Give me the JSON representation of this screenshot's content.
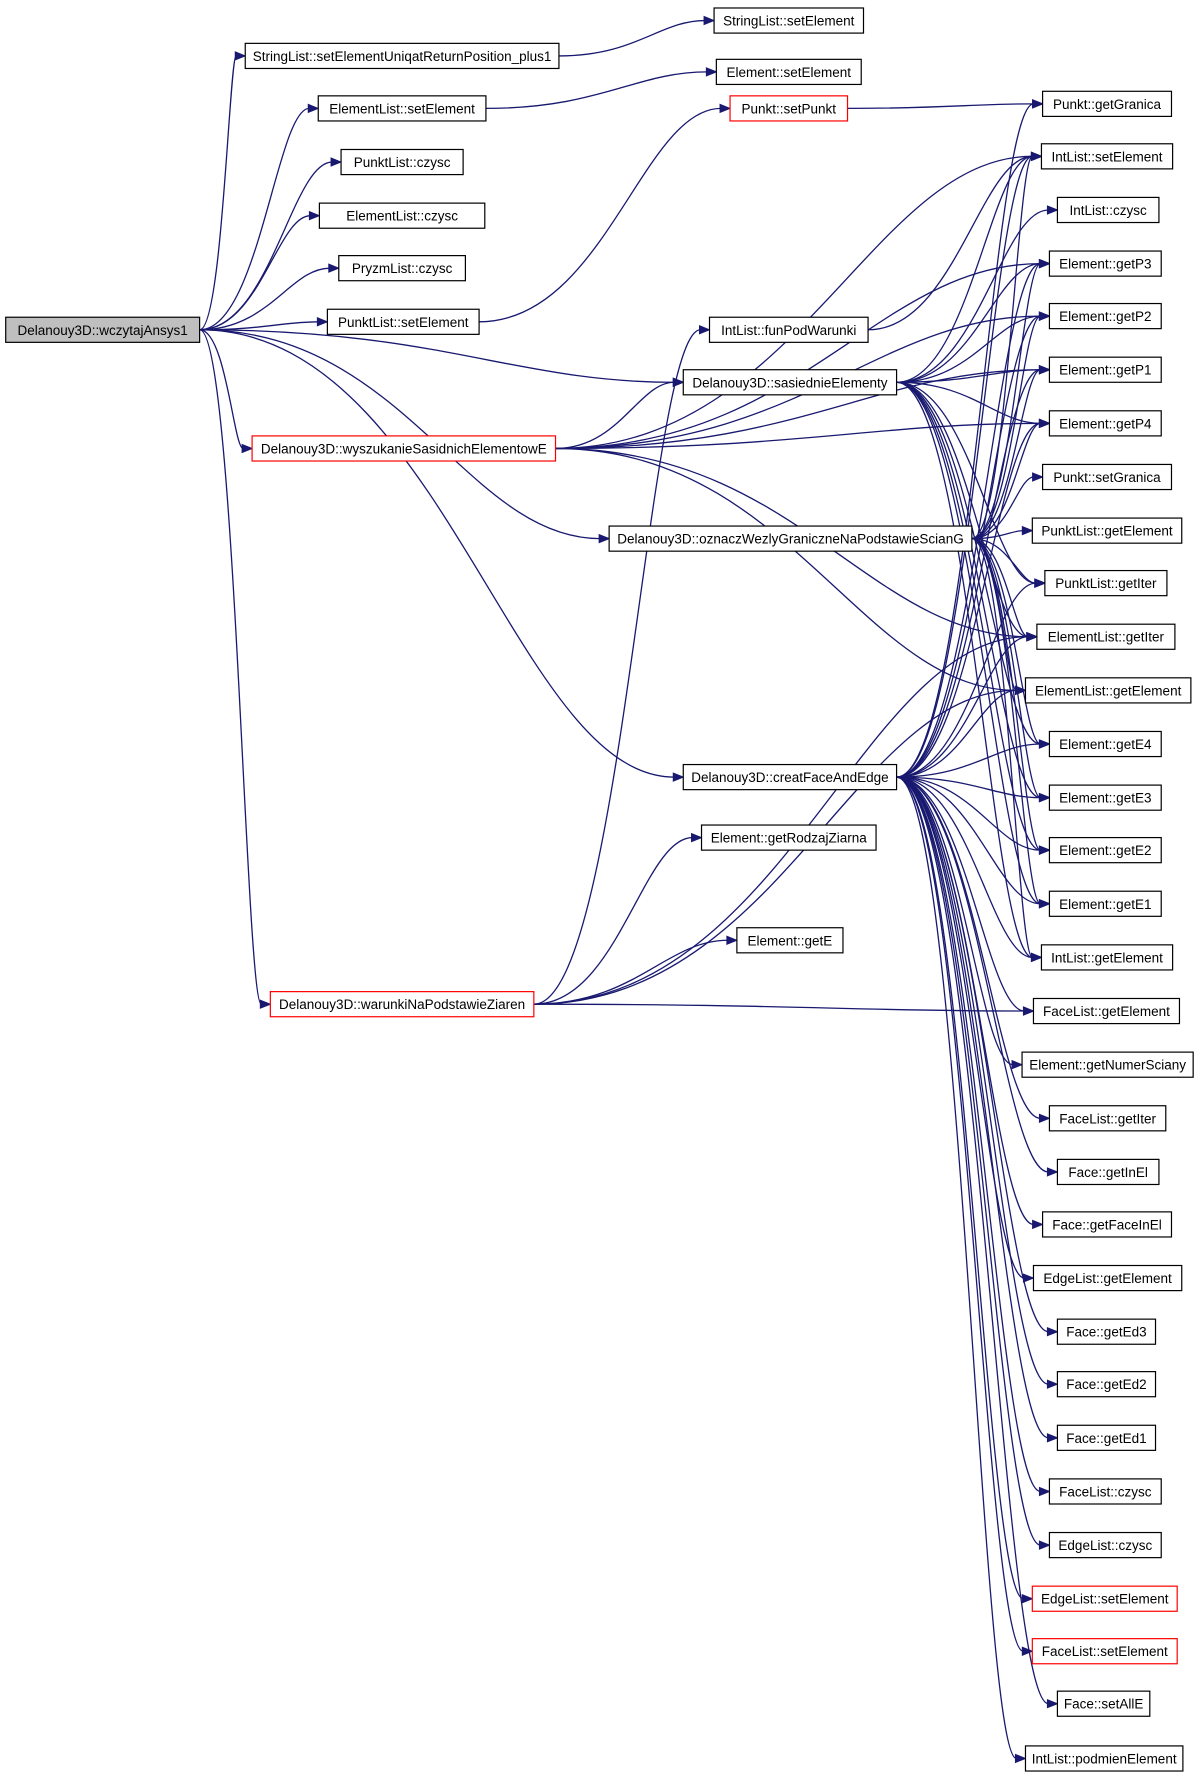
{
  "colors": {
    "edge": "#191970",
    "border": "#000000",
    "highlight_border": "#ff0000",
    "root_fill": "#bfbfbf"
  },
  "nodes": [
    {
      "id": "root",
      "label": "Delanouy3D::wczytajAnsys1",
      "style": "root"
    },
    {
      "id": "creat",
      "label": "Delanouy3D::creatFaceAndEdge",
      "style": "normal"
    },
    {
      "id": "warunki",
      "label": "Delanouy3D::warunkiNaPodstawieZiaren",
      "style": "red"
    },
    {
      "id": "oznacz",
      "label": "Delanouy3D::oznaczWezlyGraniczneNaPodstawieScianG",
      "style": "normal"
    },
    {
      "id": "wyszuk",
      "label": "Delanouy3D::wyszukanieSasidnichElementowE",
      "style": "red"
    },
    {
      "id": "sasied",
      "label": "Delanouy3D::sasiednieElementy",
      "style": "normal"
    },
    {
      "id": "pls",
      "label": "PunktList::setElement",
      "style": "normal"
    },
    {
      "id": "pryzm",
      "label": "PryzmList::czysc",
      "style": "normal"
    },
    {
      "id": "elc",
      "label": "ElementList::czysc",
      "style": "normal"
    },
    {
      "id": "plc",
      "label": "PunktList::czysc",
      "style": "normal"
    },
    {
      "id": "els",
      "label": "ElementList::setElement",
      "style": "normal"
    },
    {
      "id": "strl",
      "label": "StringList::setElementUniqatReturnPosition_plus1",
      "style": "normal"
    },
    {
      "id": "getE",
      "label": "Element::getE",
      "style": "normal"
    },
    {
      "id": "rodz",
      "label": "Element::getRodzajZiarna",
      "style": "normal"
    },
    {
      "id": "funpod",
      "label": "IntList::funPodWarunki",
      "style": "normal"
    },
    {
      "id": "setpunkt",
      "label": "Punkt::setPunkt",
      "style": "red"
    },
    {
      "id": "elset",
      "label": "Element::setElement",
      "style": "normal"
    },
    {
      "id": "strset",
      "label": "StringList::setElement",
      "style": "normal"
    },
    {
      "id": "podm",
      "label": "IntList::podmienElement",
      "style": "normal"
    },
    {
      "id": "setalle",
      "label": "Face::setAllE",
      "style": "normal"
    },
    {
      "id": "flset",
      "label": "FaceList::setElement",
      "style": "red"
    },
    {
      "id": "edset",
      "label": "EdgeList::setElement",
      "style": "red"
    },
    {
      "id": "edcz",
      "label": "EdgeList::czysc",
      "style": "normal"
    },
    {
      "id": "flcz",
      "label": "FaceList::czysc",
      "style": "normal"
    },
    {
      "id": "ed1",
      "label": "Face::getEd1",
      "style": "normal"
    },
    {
      "id": "ed2",
      "label": "Face::getEd2",
      "style": "normal"
    },
    {
      "id": "ed3",
      "label": "Face::getEd3",
      "style": "normal"
    },
    {
      "id": "edget",
      "label": "EdgeList::getElement",
      "style": "normal"
    },
    {
      "id": "faceinel",
      "label": "Face::getFaceInEl",
      "style": "normal"
    },
    {
      "id": "inel",
      "label": "Face::getInEl",
      "style": "normal"
    },
    {
      "id": "fliter",
      "label": "FaceList::getIter",
      "style": "normal"
    },
    {
      "id": "numsc",
      "label": "Element::getNumerSciany",
      "style": "normal"
    },
    {
      "id": "flget",
      "label": "FaceList::getElement",
      "style": "normal"
    },
    {
      "id": "ilget",
      "label": "IntList::getElement",
      "style": "normal"
    },
    {
      "id": "ge1",
      "label": "Element::getE1",
      "style": "normal"
    },
    {
      "id": "ge2",
      "label": "Element::getE2",
      "style": "normal"
    },
    {
      "id": "ge3",
      "label": "Element::getE3",
      "style": "normal"
    },
    {
      "id": "ge4",
      "label": "Element::getE4",
      "style": "normal"
    },
    {
      "id": "elget",
      "label": "ElementList::getElement",
      "style": "normal"
    },
    {
      "id": "eliter",
      "label": "ElementList::getIter",
      "style": "normal"
    },
    {
      "id": "pliter",
      "label": "PunktList::getIter",
      "style": "normal"
    },
    {
      "id": "plget",
      "label": "PunktList::getElement",
      "style": "normal"
    },
    {
      "id": "setgr",
      "label": "Punkt::setGranica",
      "style": "normal"
    },
    {
      "id": "gp4",
      "label": "Element::getP4",
      "style": "normal"
    },
    {
      "id": "gp1",
      "label": "Element::getP1",
      "style": "normal"
    },
    {
      "id": "gp2",
      "label": "Element::getP2",
      "style": "normal"
    },
    {
      "id": "gp3",
      "label": "Element::getP3",
      "style": "normal"
    },
    {
      "id": "ilcz",
      "label": "IntList::czysc",
      "style": "normal"
    },
    {
      "id": "ilset",
      "label": "IntList::setElement",
      "style": "normal"
    },
    {
      "id": "getgr",
      "label": "Punkt::getGranica",
      "style": "normal"
    }
  ],
  "edges": [
    [
      "root",
      "creat"
    ],
    [
      "root",
      "warunki"
    ],
    [
      "root",
      "oznacz"
    ],
    [
      "root",
      "wyszuk"
    ],
    [
      "root",
      "sasied"
    ],
    [
      "root",
      "pls"
    ],
    [
      "root",
      "pryzm"
    ],
    [
      "root",
      "elc"
    ],
    [
      "root",
      "plc"
    ],
    [
      "root",
      "els"
    ],
    [
      "root",
      "strl"
    ],
    [
      "creat",
      "podm"
    ],
    [
      "creat",
      "setalle"
    ],
    [
      "creat",
      "flset"
    ],
    [
      "creat",
      "edset"
    ],
    [
      "creat",
      "edcz"
    ],
    [
      "creat",
      "flcz"
    ],
    [
      "creat",
      "ed1"
    ],
    [
      "creat",
      "ed2"
    ],
    [
      "creat",
      "ed3"
    ],
    [
      "creat",
      "edget"
    ],
    [
      "creat",
      "faceinel"
    ],
    [
      "creat",
      "inel"
    ],
    [
      "creat",
      "fliter"
    ],
    [
      "creat",
      "numsc"
    ],
    [
      "creat",
      "flget"
    ],
    [
      "creat",
      "ilget"
    ],
    [
      "creat",
      "ge1"
    ],
    [
      "creat",
      "ge2"
    ],
    [
      "creat",
      "ge3"
    ],
    [
      "creat",
      "ge4"
    ],
    [
      "creat",
      "elget"
    ],
    [
      "creat",
      "eliter"
    ],
    [
      "creat",
      "pliter"
    ],
    [
      "creat",
      "gp1"
    ],
    [
      "creat",
      "gp2"
    ],
    [
      "creat",
      "gp3"
    ],
    [
      "creat",
      "gp4"
    ],
    [
      "creat",
      "ilset"
    ],
    [
      "creat",
      "getgr"
    ],
    [
      "warunki",
      "getE"
    ],
    [
      "warunki",
      "rodz"
    ],
    [
      "warunki",
      "funpod"
    ],
    [
      "warunki",
      "flget"
    ],
    [
      "warunki",
      "elget"
    ],
    [
      "warunki",
      "eliter"
    ],
    [
      "oznacz",
      "pliter"
    ],
    [
      "oznacz",
      "plget"
    ],
    [
      "oznacz",
      "setgr"
    ],
    [
      "oznacz",
      "gp1"
    ],
    [
      "oznacz",
      "gp2"
    ],
    [
      "oznacz",
      "gp3"
    ],
    [
      "oznacz",
      "gp4"
    ],
    [
      "oznacz",
      "elget"
    ],
    [
      "oznacz",
      "eliter"
    ],
    [
      "oznacz",
      "ge1"
    ],
    [
      "oznacz",
      "ge2"
    ],
    [
      "oznacz",
      "ge3"
    ],
    [
      "oznacz",
      "ge4"
    ],
    [
      "oznacz",
      "ilset"
    ],
    [
      "oznacz",
      "ilget"
    ],
    [
      "wyszuk",
      "sasied"
    ],
    [
      "wyszuk",
      "elget"
    ],
    [
      "wyszuk",
      "eliter"
    ],
    [
      "wyszuk",
      "gp4"
    ],
    [
      "wyszuk",
      "gp1"
    ],
    [
      "wyszuk",
      "gp2"
    ],
    [
      "wyszuk",
      "gp3"
    ],
    [
      "wyszuk",
      "ilset"
    ],
    [
      "sasied",
      "gp1"
    ],
    [
      "sasied",
      "gp2"
    ],
    [
      "sasied",
      "gp3"
    ],
    [
      "sasied",
      "gp4"
    ],
    [
      "sasied",
      "ilset"
    ],
    [
      "sasied",
      "ilcz"
    ],
    [
      "sasied",
      "ge1"
    ],
    [
      "sasied",
      "ge2"
    ],
    [
      "sasied",
      "ge3"
    ],
    [
      "sasied",
      "ge4"
    ],
    [
      "sasied",
      "ilget"
    ],
    [
      "sasied",
      "eliter"
    ],
    [
      "sasied",
      "pliter"
    ],
    [
      "pls",
      "setpunkt"
    ],
    [
      "setpunkt",
      "getgr"
    ],
    [
      "funpod",
      "ilset"
    ],
    [
      "els",
      "elset"
    ],
    [
      "strl",
      "strset"
    ]
  ]
}
